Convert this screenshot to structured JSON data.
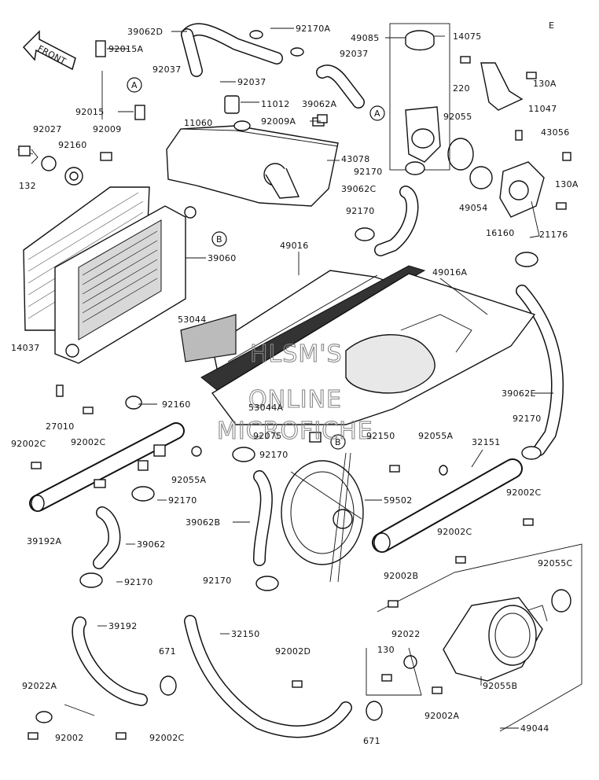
{
  "corner_mark": "E",
  "front_arrow_label": "FRONT",
  "watermark": [
    "HLSM'S",
    "ONLINE",
    "MICROFICHE"
  ],
  "ref_markers": [
    "A",
    "A",
    "B",
    "B"
  ],
  "labels": [
    "39062D",
    "92170A",
    "49085",
    "14075",
    "92015A",
    "92037",
    "92037",
    "220",
    "130A",
    "92037",
    "11012",
    "39062A",
    "11047",
    "92015",
    "11060",
    "92009A",
    "92055",
    "43056",
    "92027",
    "92009",
    "92160",
    "43078",
    "92170",
    "132",
    "39062C",
    "49054",
    "130A",
    "16160",
    "21176",
    "39060",
    "49016",
    "92170",
    "49016A",
    "53044",
    "14037",
    "39062E",
    "92160",
    "53044A",
    "27010",
    "92075",
    "92150",
    "92055A",
    "32151",
    "92170",
    "92002C",
    "92002C",
    "92170",
    "92055A",
    "92002C",
    "59502",
    "92170",
    "39062B",
    "39192A",
    "39062",
    "92002C",
    "92170",
    "92002B",
    "92055C",
    "92022",
    "92170",
    "39192",
    "32150",
    "130",
    "671",
    "92002D",
    "92055B",
    "92022A",
    "92002A",
    "671",
    "92002",
    "92002C",
    "49044"
  ]
}
